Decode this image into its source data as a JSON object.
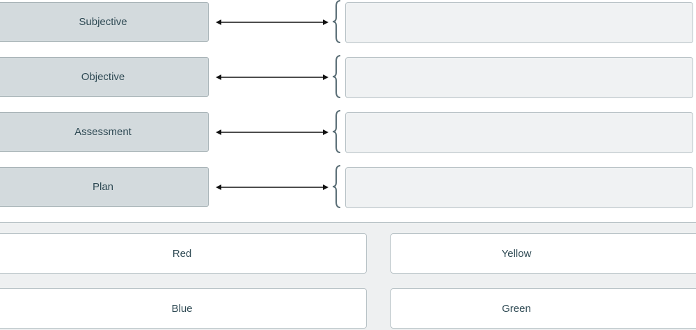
{
  "matching": {
    "terms": [
      {
        "label": "Subjective"
      },
      {
        "label": "Objective"
      },
      {
        "label": "Assessment"
      },
      {
        "label": "Plan"
      }
    ]
  },
  "bank": {
    "options": [
      {
        "label": "Red"
      },
      {
        "label": "Yellow"
      },
      {
        "label": "Blue"
      },
      {
        "label": "Green"
      }
    ]
  },
  "colors": {
    "term_bg": "#d3dadd",
    "dropzone_bg": "#f0f2f3",
    "bank_bg": "#eef0f1",
    "text": "#2f4a54",
    "bracket": "#5a6e76"
  },
  "icons": {
    "connector": "double-arrow-icon",
    "bracket": "left-brace-icon"
  }
}
